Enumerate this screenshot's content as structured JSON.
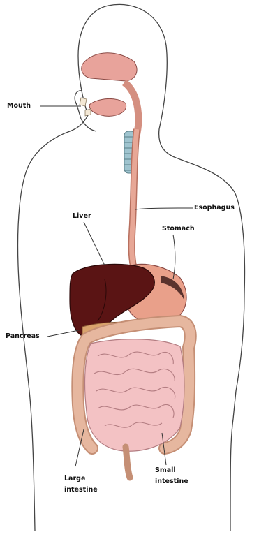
{
  "labels": {
    "mouth": "Mouth",
    "esophagus": "Esophagus",
    "liver": "Liver",
    "stomach": "Stomach",
    "pancreas": "Pancreas",
    "large_intestine_line1": "Large",
    "large_intestine_line2": "intestine",
    "small_intestine_line1": "Small",
    "small_intestine_line2": "intestine"
  },
  "colors": {
    "outline": "#444444",
    "liver": "#5a1414",
    "stomach": "#e9a08a",
    "esophagus": "#e7a796",
    "intestine": "#f3c2c4",
    "colon": "#e6b79f",
    "mouth_tissue": "#e8a39b",
    "trachea": "#9fc4cf"
  }
}
